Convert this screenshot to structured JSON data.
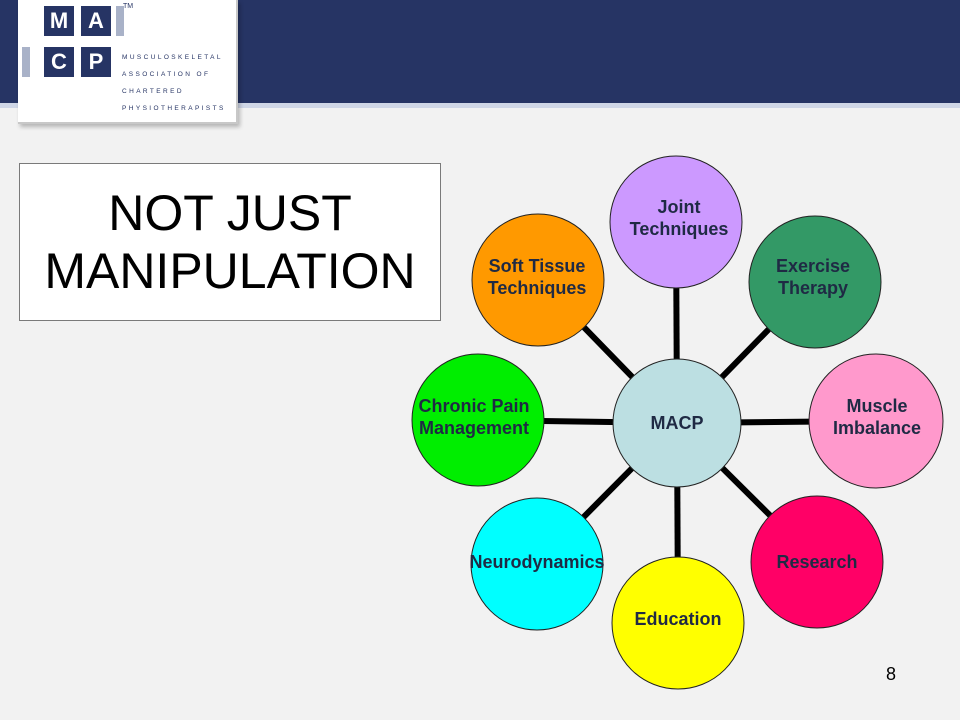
{
  "logo": {
    "letters": [
      "M",
      "A",
      "C",
      "P"
    ],
    "tm": "TM",
    "lines": [
      "MUSCULOSKELETAL",
      "ASSOCIATION OF",
      "CHARTERED",
      "PHYSIOTHERAPISTS"
    ]
  },
  "title": {
    "line1": "NOT JUST",
    "line2": "MANIPULATION"
  },
  "diagram": {
    "center": {
      "label": "MACP",
      "color": "#bcdfe2"
    },
    "nodes": [
      {
        "id": "joint-techniques",
        "lines": [
          "Joint",
          "Techniques"
        ],
        "color": "#cc99ff"
      },
      {
        "id": "exercise-therapy",
        "lines": [
          "Exercise",
          "Therapy"
        ],
        "color": "#339966"
      },
      {
        "id": "muscle-imbalance",
        "lines": [
          "Muscle",
          "Imbalance"
        ],
        "color": "#ff99cc"
      },
      {
        "id": "research",
        "lines": [
          "Research"
        ],
        "color": "#ff0066"
      },
      {
        "id": "education",
        "lines": [
          "Education"
        ],
        "color": "#ffff00"
      },
      {
        "id": "neurodynamics",
        "lines": [
          "Neurodynamics"
        ],
        "color": "#00ffff"
      },
      {
        "id": "chronic-pain-management",
        "lines": [
          "Chronic Pain",
          "Management"
        ],
        "color": "#00ee00"
      },
      {
        "id": "soft-tissue-techniques",
        "lines": [
          "Soft Tissue",
          "Techniques"
        ],
        "color": "#ff9900"
      }
    ]
  },
  "page_number": "8"
}
